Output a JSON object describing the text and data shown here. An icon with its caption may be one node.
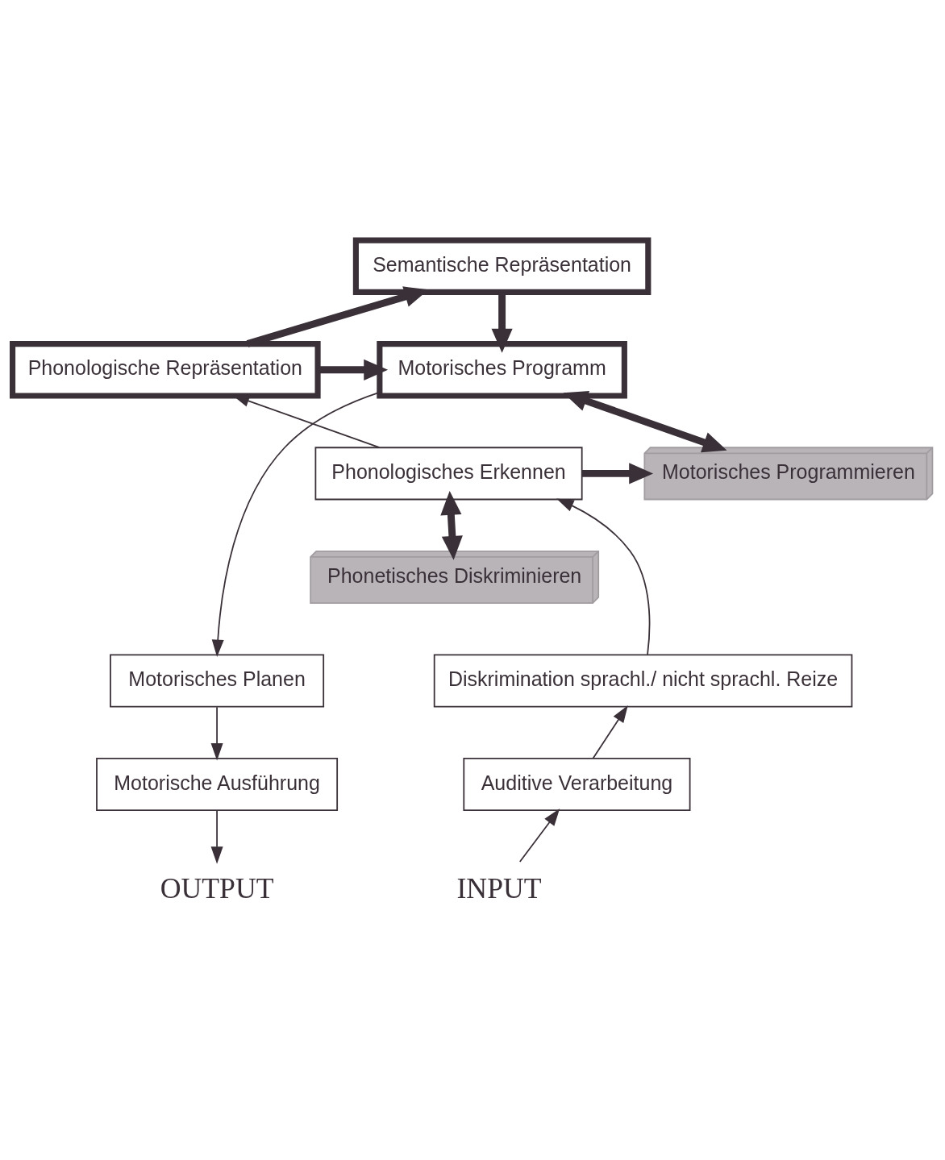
{
  "diagram": {
    "nodes": [
      {
        "text": [
          "Semantische Repräsentation"
        ]
      },
      {
        "text": [
          "Phonologische Repräsentation"
        ]
      },
      {
        "text": [
          "Motorisches Programm"
        ]
      },
      {
        "text": [
          "Phonologisches Erkennen"
        ]
      },
      {
        "text": [
          "Motorisches Programmieren"
        ]
      },
      {
        "text": [
          "Phonetisches Diskriminieren"
        ]
      },
      {
        "text": [
          "Diskrimination sprachl./ nicht sprachl. Reize"
        ]
      },
      {
        "text": [
          "Motorisches Planen"
        ]
      },
      {
        "text": [
          "Auditive Verarbeitung"
        ]
      },
      {
        "text": [
          "Motorische Ausführung"
        ]
      },
      {
        "text": [
          "INPUT"
        ]
      },
      {
        "text": [
          "OUTPUT"
        ]
      }
    ],
    "edges": [
      {
        "from": 3,
        "to": 1,
        "arrow": "to"
      },
      {
        "from": 1,
        "to": 0,
        "arrow": "to",
        "style": "thick"
      },
      {
        "from": 0,
        "to": 2,
        "arrow": "to",
        "style": "thick"
      },
      {
        "from": 1,
        "to": 2,
        "arrow": "to",
        "style": "thick"
      },
      {
        "from": 2,
        "to": 4,
        "arrow": "both",
        "style": "thick"
      },
      {
        "from": 3,
        "to": 4,
        "arrow": "to",
        "style": "thick"
      },
      {
        "from": 3,
        "to": 5,
        "arrow": "both",
        "style": "thick"
      },
      {
        "from": 6,
        "to": 3,
        "arrow": "to"
      },
      {
        "from": 8,
        "to": 6,
        "arrow": "to"
      },
      {
        "from": 10,
        "to": 8,
        "arrow": "to"
      },
      {
        "from": 2,
        "to": 7,
        "arrow": "to"
      },
      {
        "from": 7,
        "to": 9,
        "arrow": "to"
      },
      {
        "from": 9,
        "to": 11,
        "arrow": "to"
      }
    ]
  }
}
